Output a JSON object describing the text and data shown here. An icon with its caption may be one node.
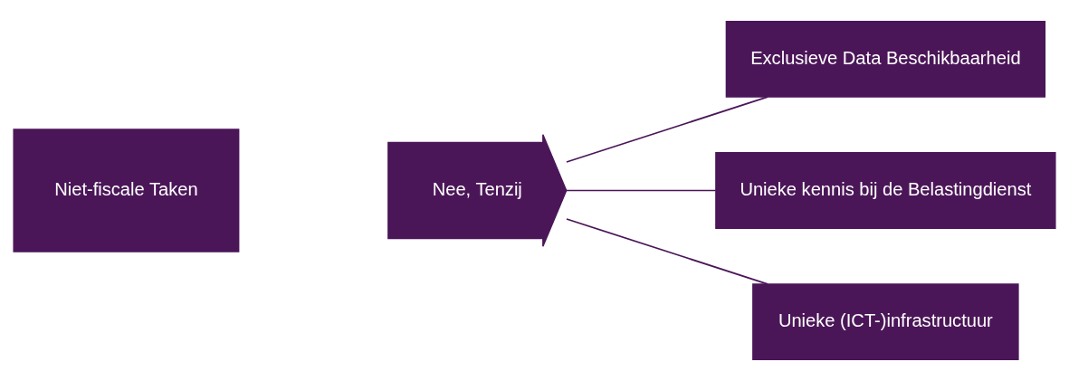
{
  "diagram": {
    "nodes": [
      {
        "text": [
          "Niet-fiscale Taken"
        ]
      },
      {
        "text": [
          "Nee, Tenzij"
        ]
      },
      {
        "text": [
          "Exclusieve Data Beschikbaarheid"
        ]
      },
      {
        "text": [
          "Unieke kennis bij de Belastingdienst"
        ]
      },
      {
        "text": [
          "Unieke (ICT-)infrastructuur"
        ]
      }
    ],
    "edges": [
      {
        "from": 1,
        "to": 2,
        "arrow": "none"
      },
      {
        "from": 1,
        "to": 3,
        "arrow": "none"
      },
      {
        "from": 1,
        "to": 4,
        "arrow": "none"
      }
    ]
  }
}
